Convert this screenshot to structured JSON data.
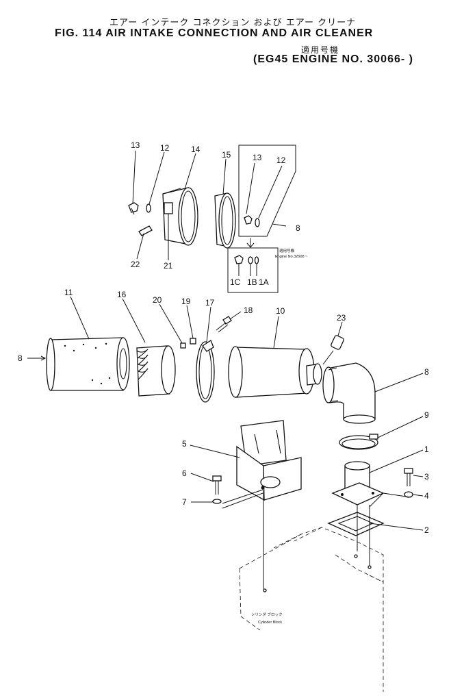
{
  "header": {
    "title_jp": "エアー インテーク コネクション および エアー クリーナ",
    "title_en": "FIG. 114  AIR INTAKE CONNECTION AND AIR CLEANER",
    "applicability_jp": "適用号機",
    "applicability": "(EG45 ENGINE NO. 30066- )"
  },
  "inset": {
    "note_jp": "適用号機",
    "note_en": "Engine No.32608 ~",
    "callouts": [
      "13",
      "12",
      "8"
    ],
    "sub_callouts": [
      "1C",
      "1B",
      "1A"
    ]
  },
  "block_label": {
    "jp": "シリンダ ブロック",
    "en": "Cylinder Block"
  },
  "callouts": {
    "c13": "13",
    "c12": "12",
    "c14": "14",
    "c15": "15",
    "c22": "22",
    "c21": "21",
    "c11": "11",
    "c16": "16",
    "c20": "20",
    "c19": "19",
    "c17": "17",
    "c18": "18",
    "c10": "10",
    "c23": "23",
    "c8a": "8",
    "c8b": "8",
    "c9": "9",
    "c5": "5",
    "c1": "1",
    "c6": "6",
    "c3": "3",
    "c7": "7",
    "c4": "4",
    "c2": "2"
  }
}
